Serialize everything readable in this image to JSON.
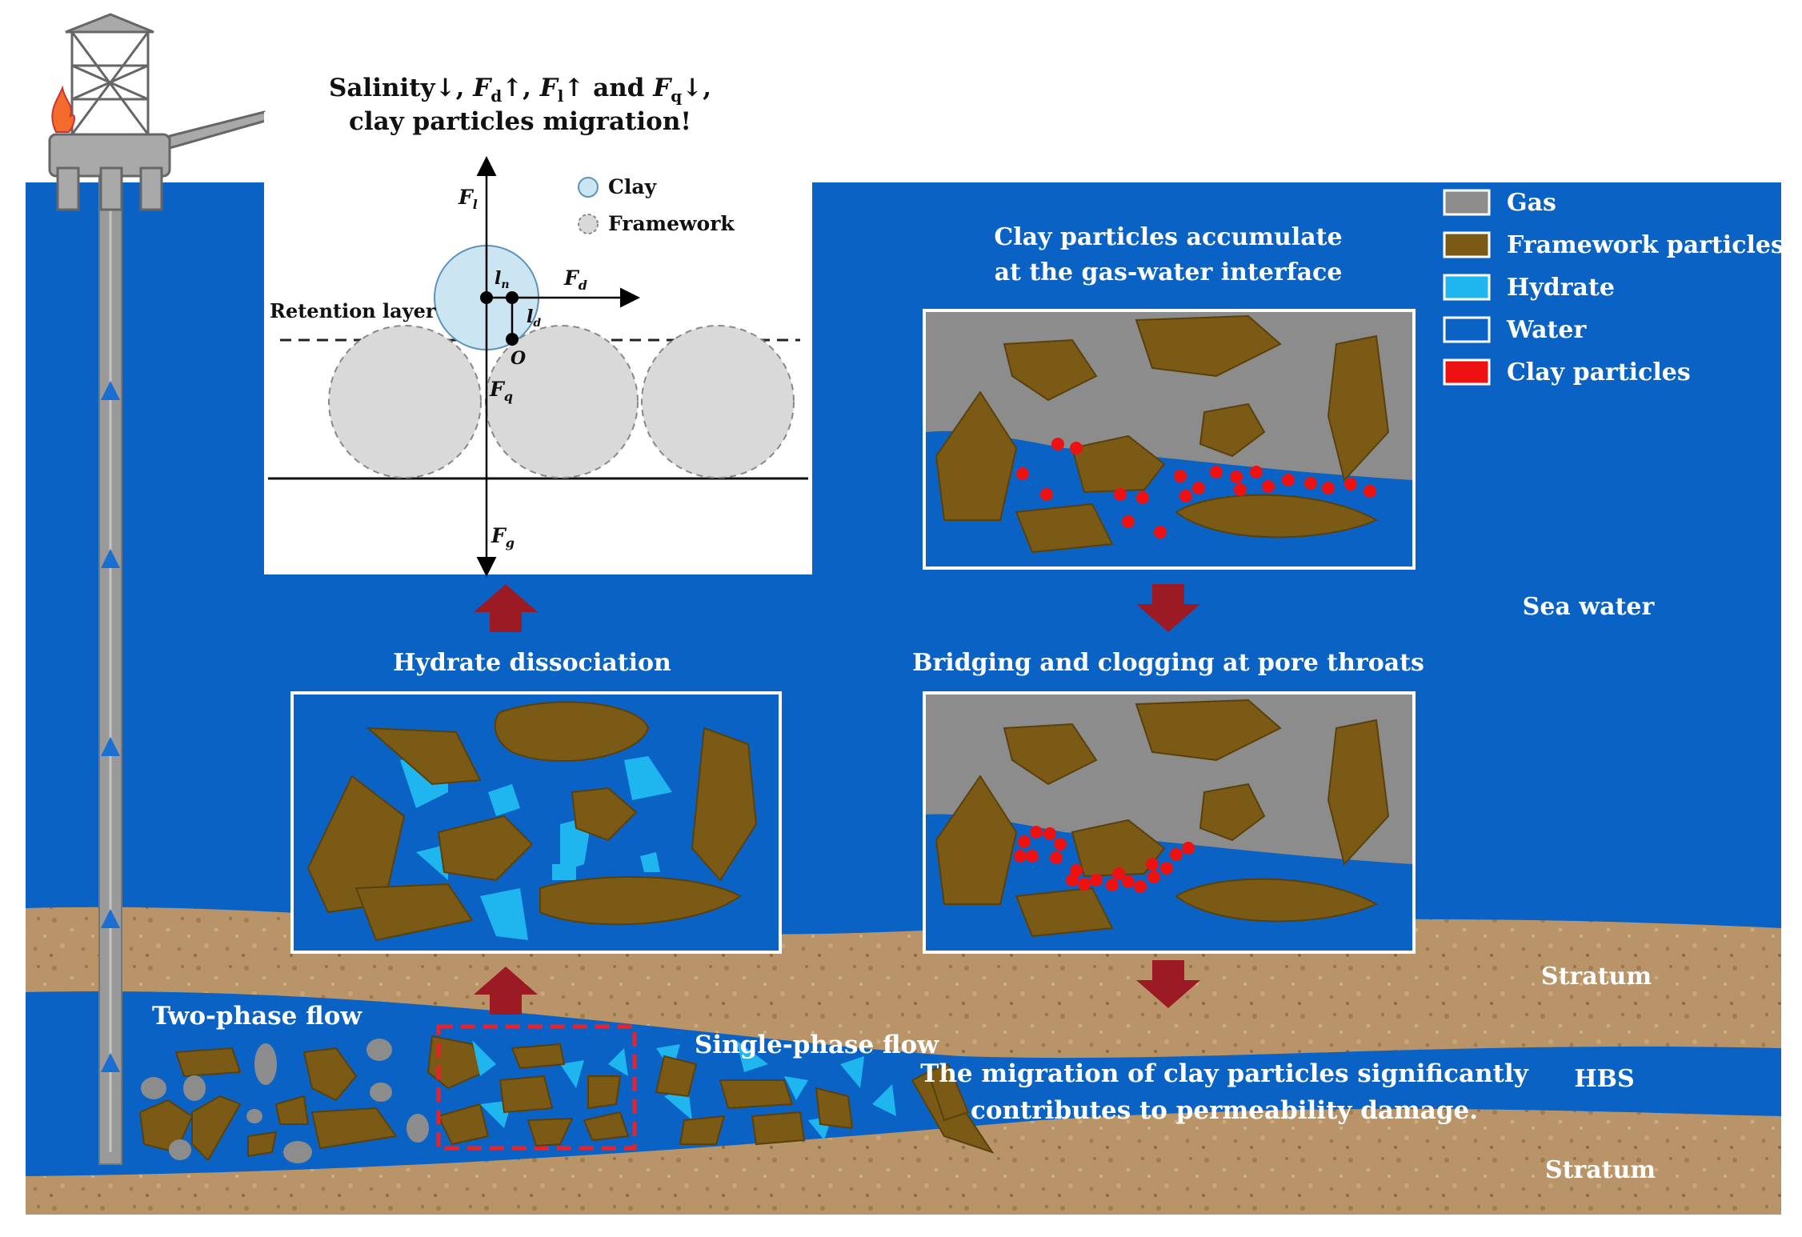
{
  "diagram": {
    "top_title_line1": "Salinity↓, ",
    "top_title_fd": "F",
    "top_title_fd_sub": "d",
    "top_title_mid1": "↑, ",
    "top_title_fl": "F",
    "top_title_fl_sub": "l",
    "top_title_mid2": "↑ and ",
    "top_title_fq": "F",
    "top_title_fq_sub": "q",
    "top_title_end": "↓,",
    "top_title_line2": "clay particles migration!",
    "force_diagram": {
      "legend_clay": "Clay",
      "legend_framework": "Framework",
      "retention_layer": "Retention layer",
      "f_l": "F",
      "f_l_sub": "l",
      "f_d": "F",
      "f_d_sub": "d",
      "f_q": "F",
      "f_q_sub": "q",
      "f_g": "F",
      "f_g_sub": "g",
      "l_n": "l",
      "l_n_sub": "n",
      "l_d": "l",
      "l_d_sub": "d",
      "origin": "O"
    },
    "step_accumulate_line1": "Clay particles accumulate",
    "step_accumulate_line2": "at the gas-water interface",
    "step_hydrate": "Hydrate  dissociation",
    "step_bridging": "Bridging and clogging at pore throats",
    "conclusion_line1": "The migration of clay particles significantly",
    "conclusion_line2": "contributes to permeability damage.",
    "two_phase": "Two-phase flow",
    "single_phase": "Single-phase flow",
    "zone_sea_water": "Sea water",
    "zone_stratum_upper": "Stratum",
    "zone_hbs": "HBS",
    "zone_stratum_lower": "Stratum",
    "legend": [
      {
        "label": "Gas",
        "color": "#8c8c8c"
      },
      {
        "label": "Framework particles",
        "color": "#7a5a14"
      },
      {
        "label": "Hydrate",
        "color": "#1fb6f0"
      },
      {
        "label": "Water",
        "color": "#0a63c4"
      },
      {
        "label": "Clay particles",
        "color": "#ee1111"
      }
    ]
  }
}
